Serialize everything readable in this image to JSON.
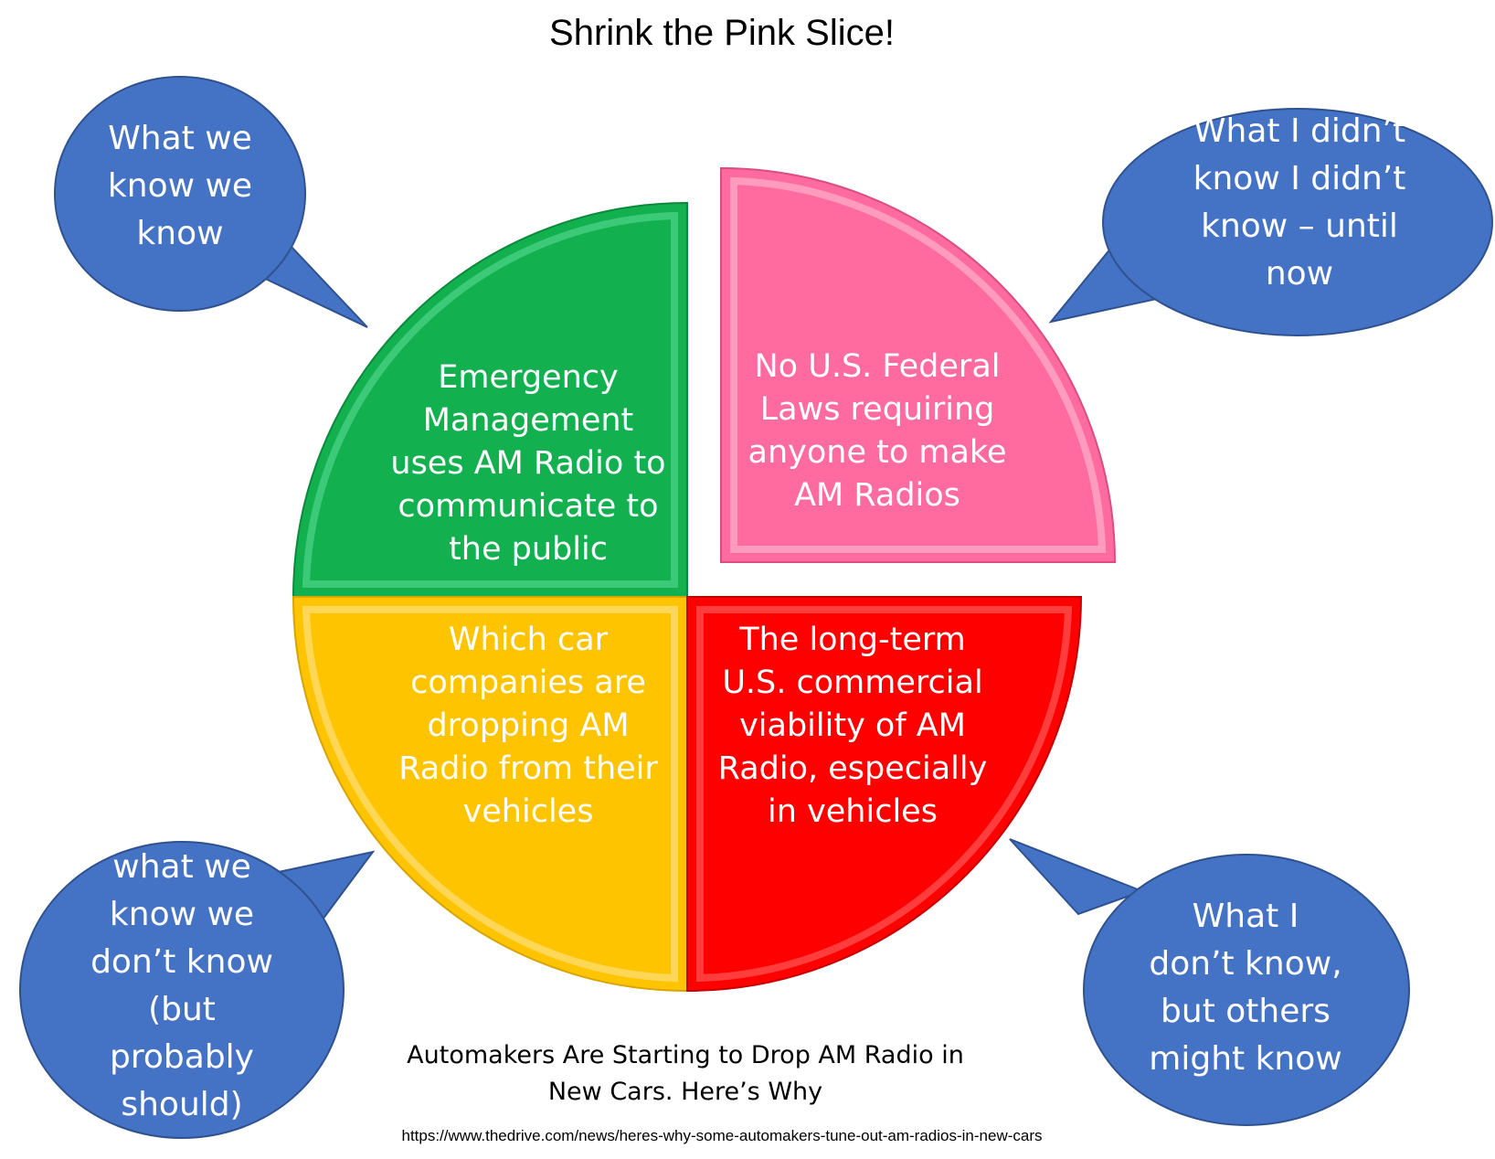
{
  "title": "Shrink the Pink Slice!",
  "quadrants": [
    {
      "id": "green",
      "text": "Emergency\nManagement\nuses AM Radio to\ncommunicate to\nthe public",
      "color": "#12B04E"
    },
    {
      "id": "pink",
      "text": "No U.S. Federal\nLaws requiring\nanyone to make\nAM Radios",
      "color": "#FF6B9E"
    },
    {
      "id": "yellow",
      "text": "Which car\ncompanies are\ndropping AM\nRadio from their\nvehicles",
      "color": "#FFC400"
    },
    {
      "id": "red",
      "text": "The long-term\nU.S. commercial\nviability of AM\nRadio, especially\nin vehicles",
      "color": "#FF0000"
    }
  ],
  "bubbles": [
    {
      "id": "top-left",
      "text": "What we\nknow we\nknow"
    },
    {
      "id": "top-right",
      "text": "What I didn’t\nknow I didn’t\nknow – until\nnow"
    },
    {
      "id": "bottom-left",
      "text": "what we\nknow we\ndon’t know\n(but\nprobably\nshould)"
    },
    {
      "id": "bottom-right",
      "text": "What I\ndon’t know,\nbut others\nmight know"
    }
  ],
  "bubble_color": "#4472C4",
  "bubble_border": "#2F528F",
  "article_title": "Automakers Are Starting to Drop AM Radio in\nNew Cars. Here’s Why",
  "source_url": "https://www.thedrive.com/news/heres-why-some-automakers-tune-out-am-radios-in-new-cars"
}
